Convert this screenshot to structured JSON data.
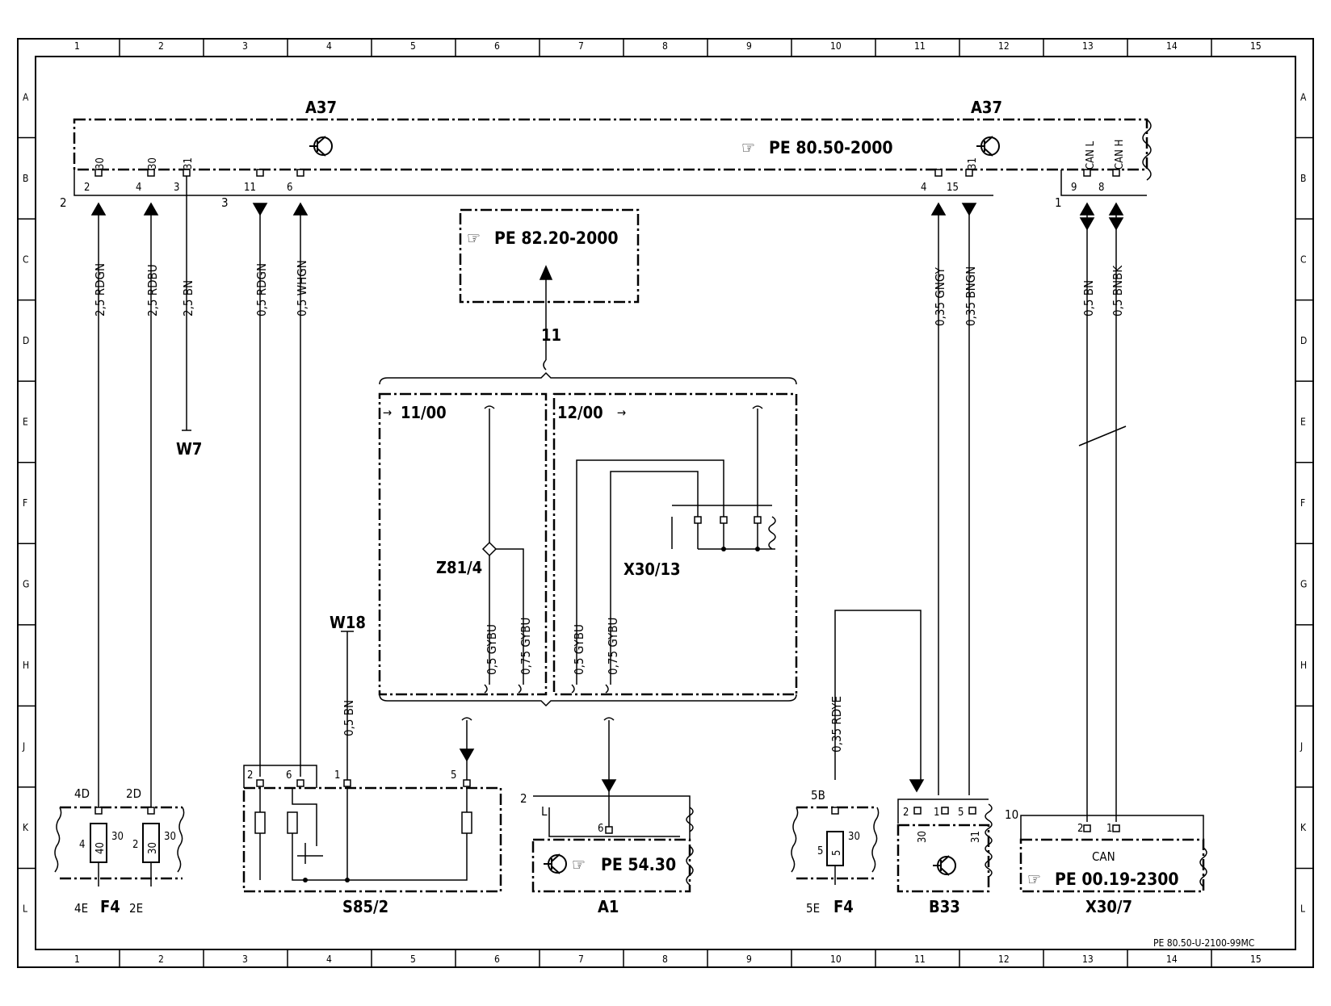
{
  "frame": {
    "cols": [
      "1",
      "2",
      "3",
      "4",
      "5",
      "6",
      "7",
      "8",
      "9",
      "10",
      "11",
      "12",
      "13",
      "14",
      "15"
    ],
    "rows": [
      "A",
      "B",
      "C",
      "D",
      "E",
      "F",
      "G",
      "H",
      "J",
      "K",
      "L"
    ],
    "doc_id": "PE 80.50-U-2100-99MC"
  },
  "components": {
    "a37_left": "A37",
    "a37_right": "A37",
    "a37_ref": "PE  80.50-2000",
    "ref_box": "PE  82.20-2000",
    "w7": "W7",
    "w18": "W18",
    "z81": "Z81/4",
    "x30_13": "X30/13",
    "s85": "S85/2",
    "a1": "A1",
    "a1_ref": "PE  54.30",
    "f4_left": "F4",
    "f4_right": "F4",
    "b33": "B33",
    "x30_7": "X30/7",
    "x30_7_can": "CAN",
    "x30_7_ref": "PE  00.19-2300",
    "variant_a": "11/00",
    "variant_b": "12/00",
    "ref_wire": "11"
  },
  "wires": [
    {
      "id": "w1",
      "label": "2,5  RDGN"
    },
    {
      "id": "w2",
      "label": "2,5  RDBU"
    },
    {
      "id": "w3",
      "label": "2,5  BN"
    },
    {
      "id": "w4",
      "label": "0,5  RDGN"
    },
    {
      "id": "w5",
      "label": "0,5  WHGN"
    },
    {
      "id": "w6",
      "label": "0,35  GNGY"
    },
    {
      "id": "w7",
      "label": "0,35  BNGN"
    },
    {
      "id": "w8",
      "label": "0,5  BN"
    },
    {
      "id": "w9",
      "label": "0,5  BNBK"
    },
    {
      "id": "w10",
      "label": "0,5  BN"
    },
    {
      "id": "w11",
      "label": "0,5  GYBU"
    },
    {
      "id": "w12",
      "label": "0,75  GYBU"
    },
    {
      "id": "w13",
      "label": "0,5  GYBU"
    },
    {
      "id": "w14",
      "label": "0,75  GYBU"
    },
    {
      "id": "w15",
      "label": "0,35  RDYE"
    }
  ],
  "pins": {
    "a37_terms": [
      "30",
      "30",
      "31",
      "31",
      "CAN L",
      "CAN H"
    ],
    "a37_plug2": [
      "2",
      "2",
      "4",
      "3"
    ],
    "a37_plug3": [
      "3",
      "11",
      "6"
    ],
    "a37_plug1": [
      "4",
      "15",
      "1",
      "9",
      "8"
    ],
    "s85": [
      "2",
      "6",
      "1",
      "5"
    ],
    "a1": [
      "2",
      "L",
      "6"
    ],
    "f4_left": [
      "4D",
      "2D",
      "4",
      "40",
      "30",
      "2",
      "30",
      "30",
      "4E",
      "2E"
    ],
    "f4_right": [
      "5B",
      "5",
      "5",
      "30",
      "5E"
    ],
    "b33": [
      "2",
      "1",
      "5",
      "30",
      "31"
    ],
    "x30_7": [
      "10",
      "2",
      "1"
    ]
  }
}
